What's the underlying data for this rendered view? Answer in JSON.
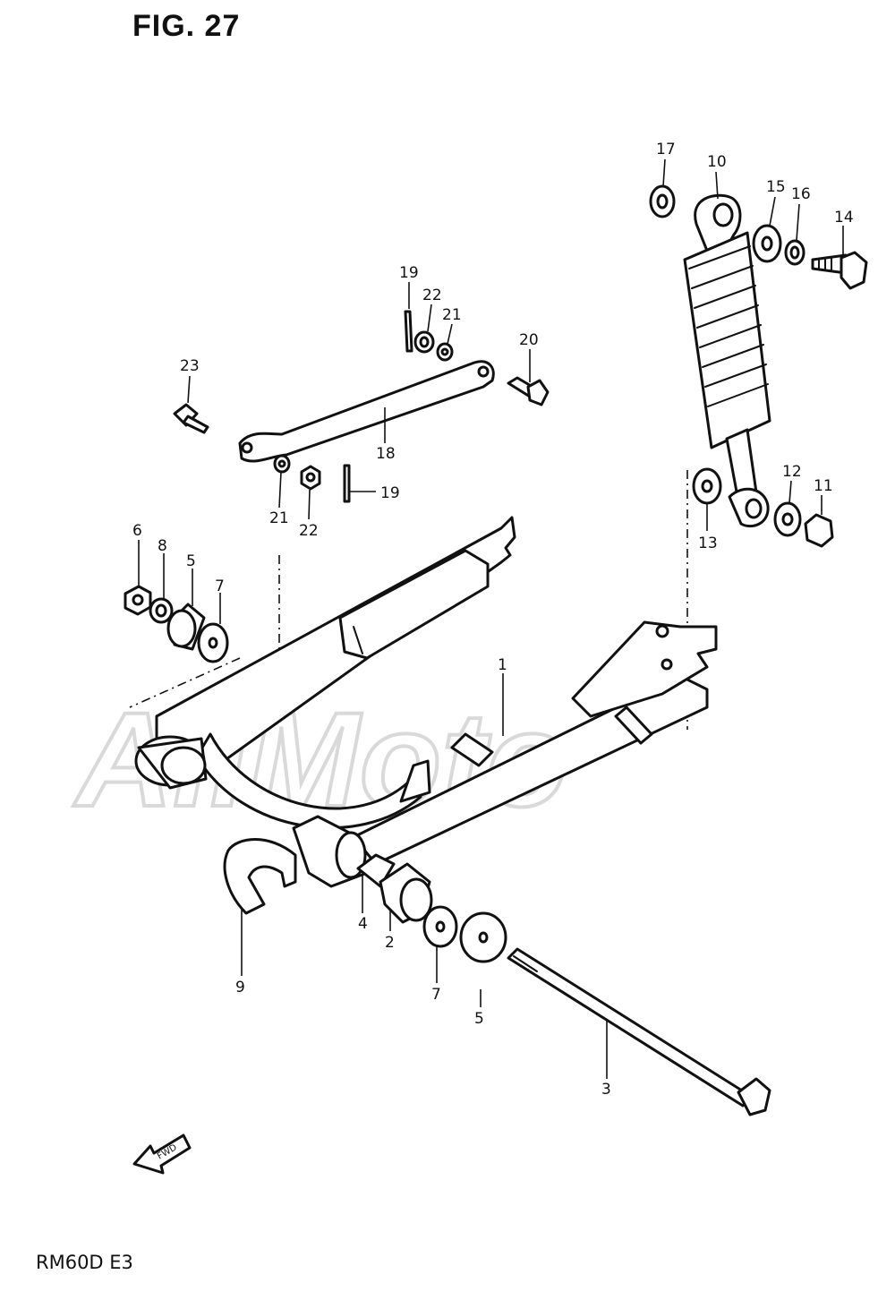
{
  "figure": {
    "title": "FIG. 27",
    "model_code": "RM60D  E3",
    "watermark": "AllMoto",
    "fwd_label": "FWD"
  },
  "callouts": [
    {
      "id": "c1",
      "label": "1"
    },
    {
      "id": "c2",
      "label": "2"
    },
    {
      "id": "c3",
      "label": "3"
    },
    {
      "id": "c4",
      "label": "4"
    },
    {
      "id": "c5a",
      "label": "5"
    },
    {
      "id": "c5b",
      "label": "5"
    },
    {
      "id": "c6",
      "label": "6"
    },
    {
      "id": "c7a",
      "label": "7"
    },
    {
      "id": "c7b",
      "label": "7"
    },
    {
      "id": "c8",
      "label": "8"
    },
    {
      "id": "c9",
      "label": "9"
    },
    {
      "id": "c10",
      "label": "10"
    },
    {
      "id": "c11",
      "label": "11"
    },
    {
      "id": "c12",
      "label": "12"
    },
    {
      "id": "c13",
      "label": "13"
    },
    {
      "id": "c14",
      "label": "14"
    },
    {
      "id": "c15",
      "label": "15"
    },
    {
      "id": "c16",
      "label": "16"
    },
    {
      "id": "c17",
      "label": "17"
    },
    {
      "id": "c18",
      "label": "18"
    },
    {
      "id": "c19a",
      "label": "19"
    },
    {
      "id": "c19b",
      "label": "19"
    },
    {
      "id": "c20",
      "label": "20"
    },
    {
      "id": "c21a",
      "label": "21"
    },
    {
      "id": "c21b",
      "label": "21"
    },
    {
      "id": "c22a",
      "label": "22"
    },
    {
      "id": "c22b",
      "label": "22"
    },
    {
      "id": "c23",
      "label": "23"
    }
  ]
}
